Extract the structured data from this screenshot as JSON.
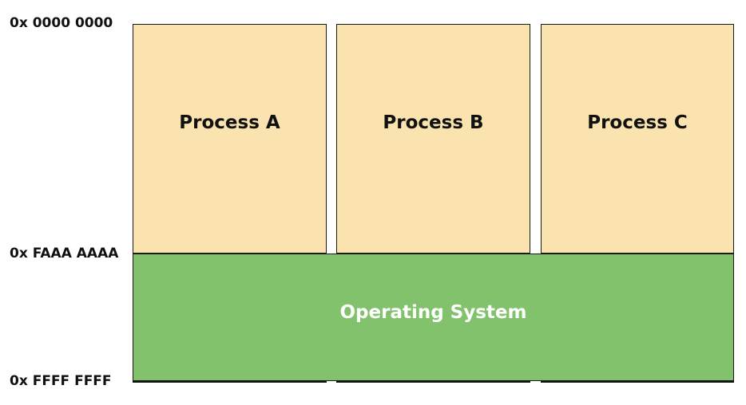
{
  "colors": {
    "process_fill": "#fbe3b0",
    "os_fill": "#82c26d",
    "border": "#1a1a1a"
  },
  "addresses": {
    "top": "0x 0000 0000",
    "middle": "0x FAAA AAAA",
    "bottom": "0x FFFF FFFF"
  },
  "processes": [
    {
      "label": "Process A"
    },
    {
      "label": "Process B"
    },
    {
      "label": "Process C"
    }
  ],
  "os": {
    "label": "Operating System"
  }
}
